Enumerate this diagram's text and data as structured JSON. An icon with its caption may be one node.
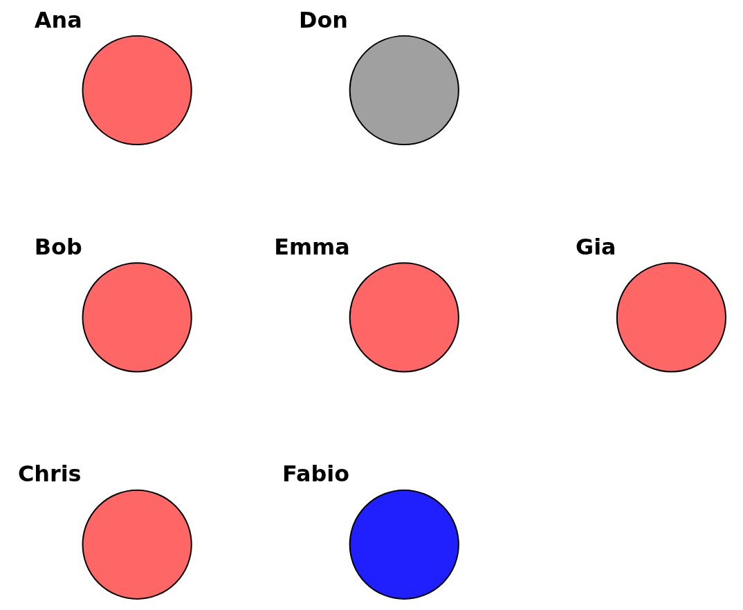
{
  "diagram": {
    "nodes": [
      {
        "text": [
          "Ana"
        ]
      },
      {
        "text": [
          "Don"
        ]
      },
      {
        "text": [
          "Bob"
        ]
      },
      {
        "text": [
          "Emma"
        ]
      },
      {
        "text": [
          "Gia"
        ]
      },
      {
        "text": [
          "Chris"
        ]
      },
      {
        "text": [
          "Fabio"
        ]
      }
    ],
    "edges": []
  }
}
